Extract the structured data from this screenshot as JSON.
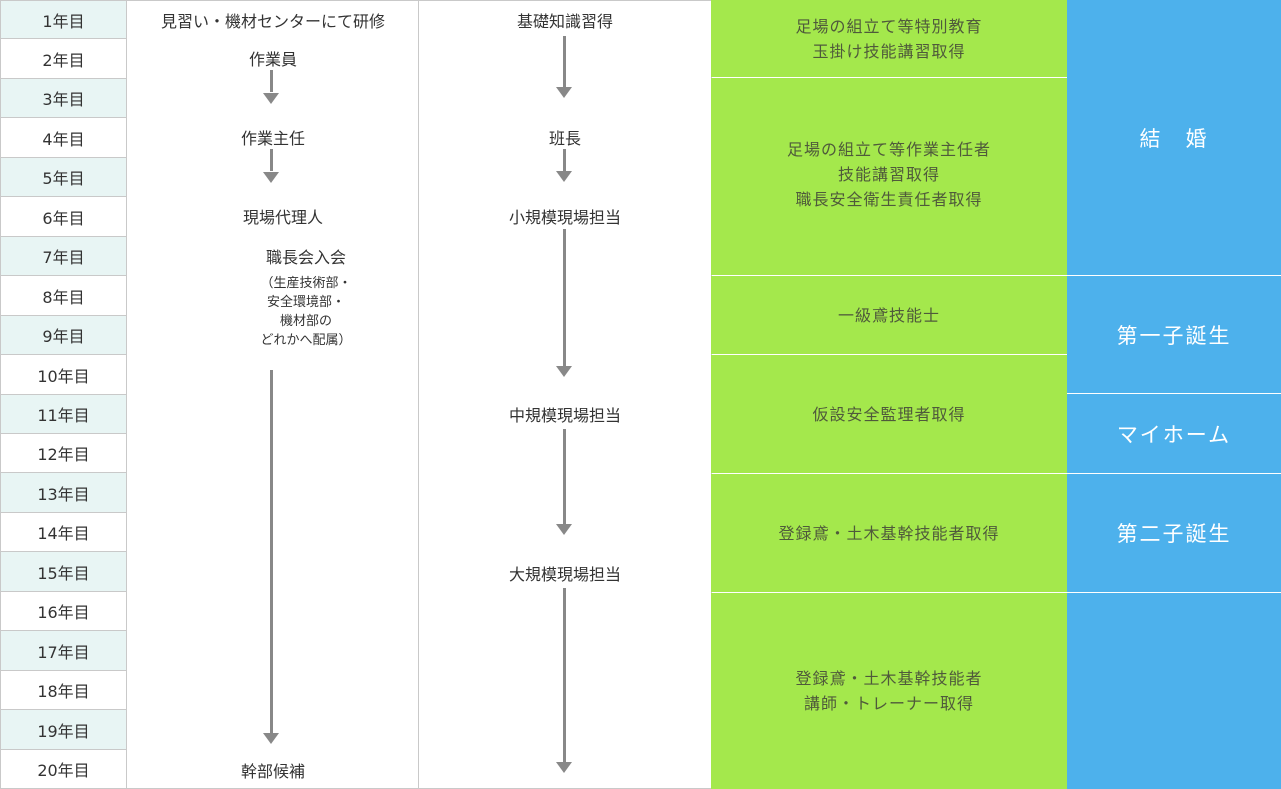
{
  "years": [
    "1年目",
    "2年目",
    "3年目",
    "4年目",
    "5年目",
    "6年目",
    "7年目",
    "8年目",
    "9年目",
    "10年目",
    "11年目",
    "12年目",
    "13年目",
    "14年目",
    "15年目",
    "16年目",
    "17年目",
    "18年目",
    "19年目",
    "20年目"
  ],
  "career": {
    "training": "見習い・機材センターにて研修",
    "worker": "作業員",
    "chief": "作業主任",
    "site_agent": "現場代理人",
    "association": "職長会入会",
    "assignment": [
      "（生産技術部・",
      "安全環境部・",
      "機材部の",
      "どれかへ配属）"
    ],
    "executive": "幹部候補"
  },
  "skills": {
    "basic": "基礎知識習得",
    "leader": "班長",
    "small": "小規模現場担当",
    "medium": "中規模現場担当",
    "large": "大規模現場担当"
  },
  "qualifications": [
    [
      "足場の組立て等特別教育",
      "玉掛け技能講習取得"
    ],
    [
      "足場の組立て等作業主任者",
      "技能講習取得",
      "職長安全衛生責任者取得"
    ],
    [
      "一級鳶技能士"
    ],
    [
      "仮設安全監理者取得"
    ],
    [
      "登録鳶・土木基幹技能者取得"
    ],
    [
      "登録鳶・土木基幹技能者",
      "講師・トレーナー取得"
    ]
  ],
  "life_events": {
    "marriage": "結　婚",
    "first_child": "第一子誕生",
    "home": "マイホーム",
    "second_child": "第二子誕生"
  },
  "colors": {
    "qualification_bg": "#a4e84c",
    "life_bg": "#4db1ec",
    "odd_year_bg": "#e8f5f4",
    "arrow": "#888888"
  }
}
